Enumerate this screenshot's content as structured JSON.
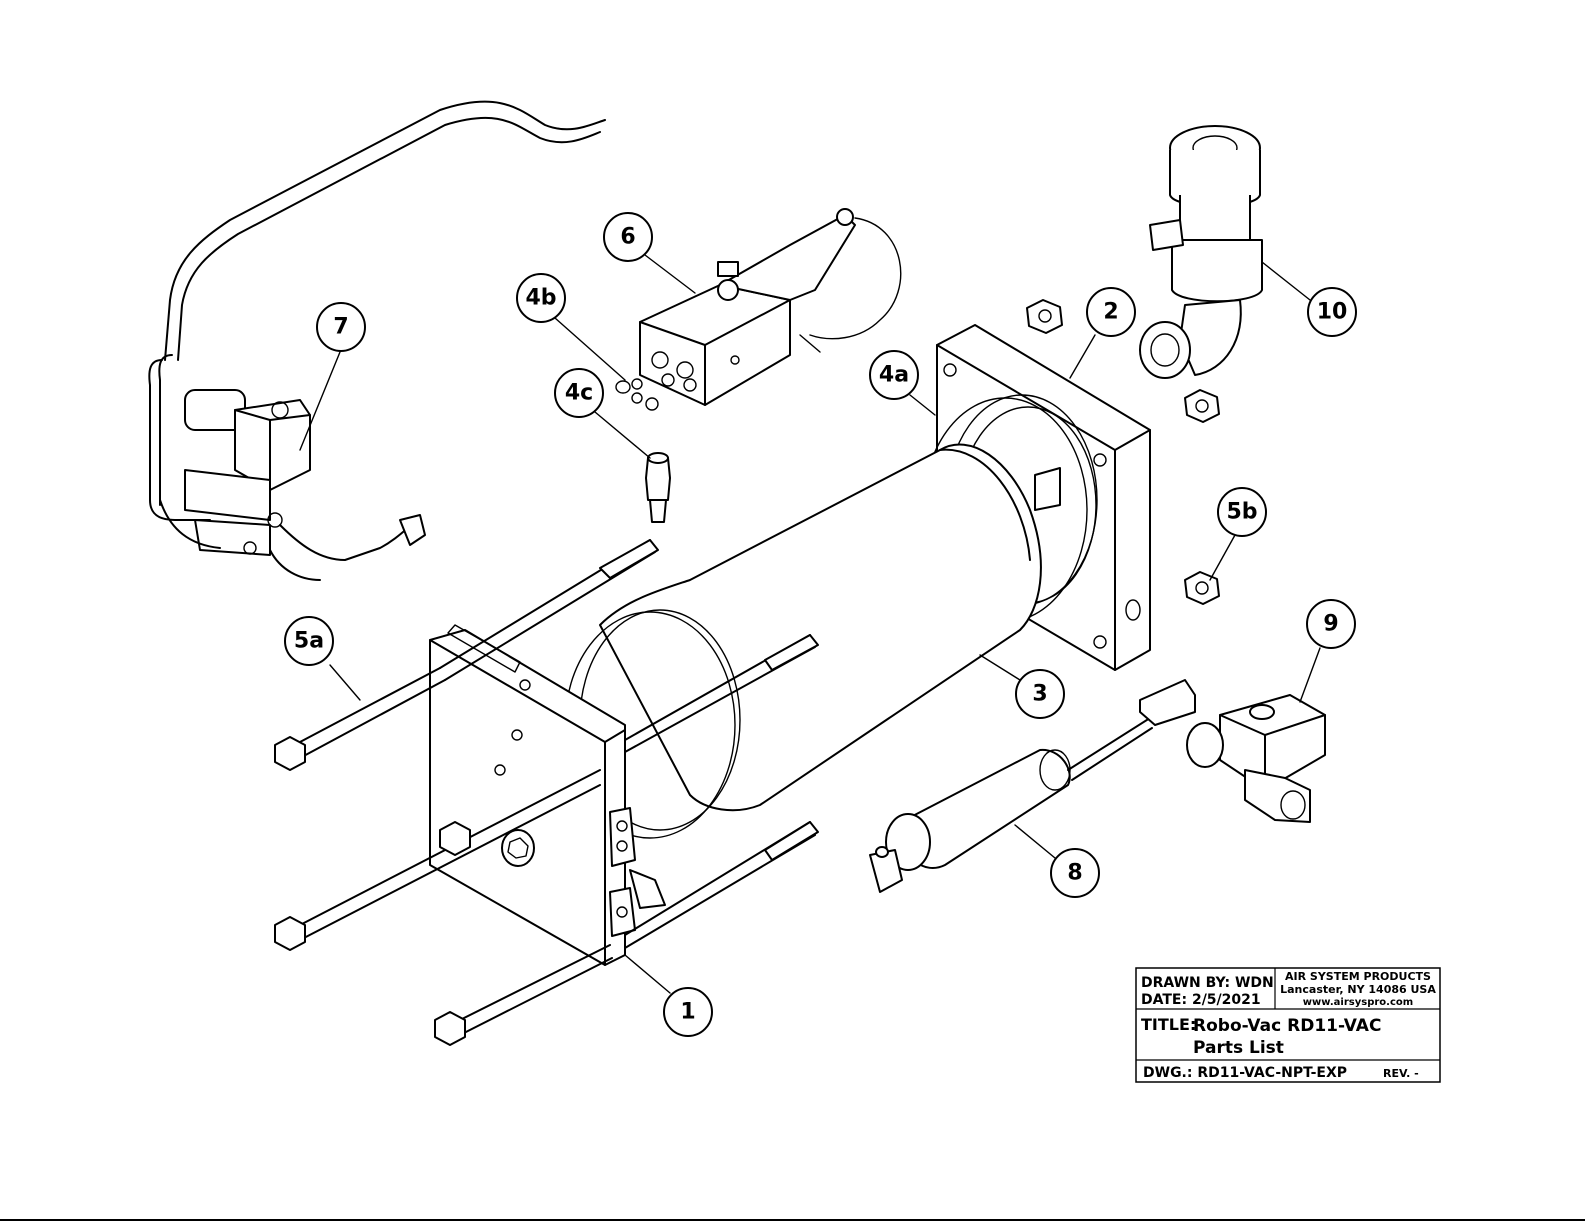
{
  "callouts": {
    "c1": "1",
    "c2": "2",
    "c3": "3",
    "c4a": "4a",
    "c4b": "4b",
    "c4c": "4c",
    "c5a": "5a",
    "c5b": "5b",
    "c6": "6",
    "c7": "7",
    "c8": "8",
    "c9": "9",
    "c10": "10"
  },
  "title_block": {
    "drawn_by": "DRAWN BY: WDN",
    "date": "DATE:  2/5/2021",
    "company": "AIR SYSTEM PRODUCTS",
    "address": "Lancaster, NY 14086 USA",
    "website": "www.airsyspro.com",
    "title_label": "TITLE:",
    "title_line1": "Robo-Vac RD11-VAC",
    "title_line2": "Parts List",
    "dwg": "DWG.:  RD11-VAC-NPT-EXP",
    "rev": "REV.  -"
  }
}
